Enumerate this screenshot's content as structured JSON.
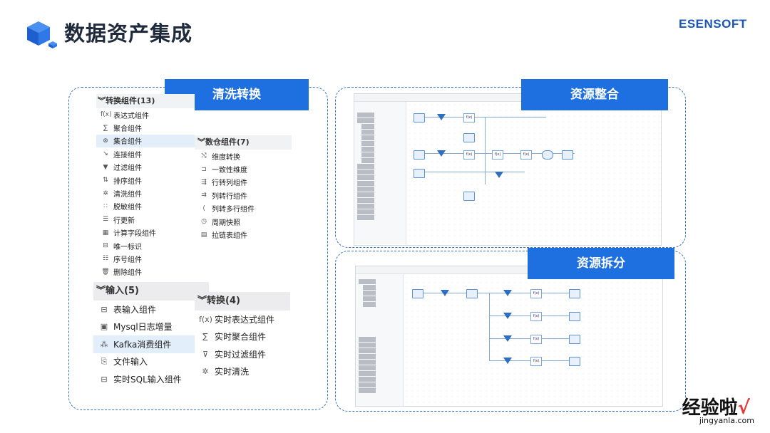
{
  "header": {
    "title": "数据资产集成",
    "brand": "ESENSOFT"
  },
  "labels": {
    "clean": "清洗转换",
    "merge": "资源整合",
    "split": "资源拆分"
  },
  "transform_group": {
    "title": "转换组件(13)",
    "items": [
      {
        "icon": "f(x)",
        "label": "表达式组件"
      },
      {
        "icon": "∑",
        "label": "聚合组件"
      },
      {
        "icon": "⊗",
        "label": "集合组件"
      },
      {
        "icon": "↘",
        "label": "连接组件"
      },
      {
        "icon": "▼",
        "label": "过滤组件"
      },
      {
        "icon": "⇅",
        "label": "排序组件"
      },
      {
        "icon": "✲",
        "label": "清洗组件"
      },
      {
        "icon": "∷",
        "label": "脱敏组件"
      },
      {
        "icon": "☰",
        "label": "行更新"
      },
      {
        "icon": "▦",
        "label": "计算字段组件"
      },
      {
        "icon": "⊟",
        "label": "唯一标识"
      },
      {
        "icon": "☷",
        "label": "序号组件"
      },
      {
        "icon": "🗑",
        "label": "删除组件"
      }
    ]
  },
  "warehouse_group": {
    "title": "数仓组件(7)",
    "items": [
      {
        "icon": "⤭",
        "label": "维度转换"
      },
      {
        "icon": "⊐",
        "label": "一致性维度"
      },
      {
        "icon": "⇶",
        "label": "行转列组件"
      },
      {
        "icon": "⇉",
        "label": "列转行组件"
      },
      {
        "icon": "⟨",
        "label": "列转多行组件"
      },
      {
        "icon": "◷",
        "label": "周期快照"
      },
      {
        "icon": "▤",
        "label": "拉链表组件"
      }
    ]
  },
  "input_group": {
    "title": "输入(5)",
    "items": [
      {
        "icon": "⊟",
        "label": "表输入组件"
      },
      {
        "icon": "▣",
        "label": "Mysql日志增量"
      },
      {
        "icon": "⁂",
        "label": "Kafka消费组件"
      },
      {
        "icon": "⎘",
        "label": "文件输入"
      },
      {
        "icon": "⊟",
        "label": "实时SQL输入组件"
      }
    ]
  },
  "realtime_group": {
    "title": "转换(4)",
    "items": [
      {
        "icon": "f(x)",
        "label": "实时表达式组件"
      },
      {
        "icon": "∑",
        "label": "实时聚合组件"
      },
      {
        "icon": "⊽",
        "label": "实时过滤组件"
      },
      {
        "icon": "✲",
        "label": "实时清洗"
      }
    ]
  },
  "watermark": {
    "main": "经验啦",
    "check": "√",
    "site": "jingyanla.com"
  }
}
